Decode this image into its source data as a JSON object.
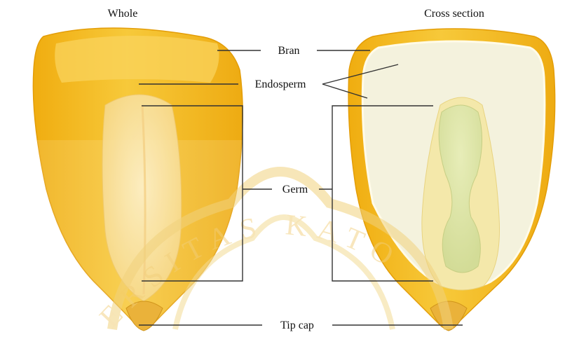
{
  "headings": {
    "left": "Whole",
    "right": "Cross section"
  },
  "labels": {
    "bran": "Bran",
    "endosperm": "Endosperm",
    "germ": "Germ",
    "tip_cap": "Tip cap"
  },
  "watermark": {
    "text": "UNIVERSITAS KATOLIK",
    "visible_letters": "ERSITAS KATO",
    "color": "#f2cf7a"
  },
  "colors": {
    "kernel_gold": "#f3bb22",
    "kernel_light": "#fbe39a",
    "endosperm_white": "#f3f1dc",
    "germ_green": "#d8e4a4",
    "line": "#333333"
  }
}
